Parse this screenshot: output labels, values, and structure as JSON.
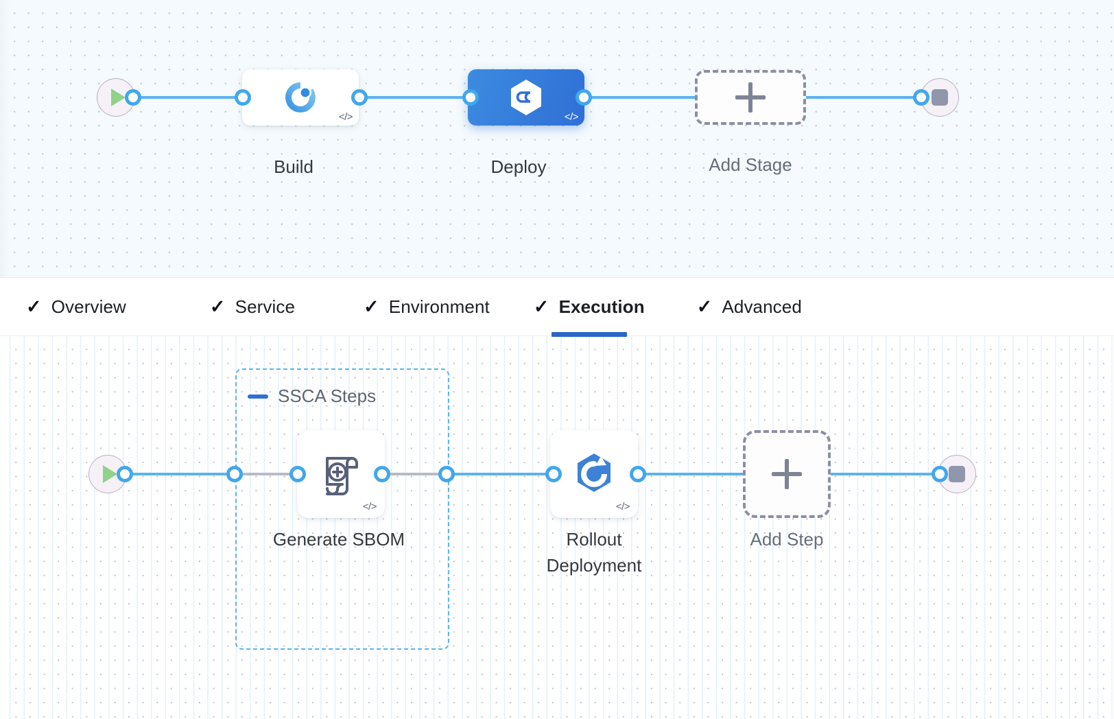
{
  "theme": {
    "accent_blue": "#40a7ef",
    "selected_stage_blue": "#2f6fd6",
    "group_dashed_blue": "#5bb4ef",
    "add_dashed_gray": "#8b8fa3",
    "start_green": "#8fd389",
    "stop_gray": "#9096ac",
    "stage_canvas_bg": "#f4fafd",
    "step_canvas_bg": "#ffffff"
  },
  "stage_pipeline": {
    "start_node": {
      "icon": "play-icon",
      "label": ""
    },
    "stages": [
      {
        "id": "build",
        "label": "Build",
        "icon": "build-pie-icon",
        "selected": false,
        "has_code_chip": true,
        "code_chip": "</>"
      },
      {
        "id": "deploy",
        "label": "Deploy",
        "icon": "harness-hex-icon",
        "selected": true,
        "has_code_chip": true,
        "code_chip": "</>"
      }
    ],
    "add_stage": {
      "label": "Add Stage",
      "icon": "plus-icon"
    },
    "end_node": {
      "icon": "stop-icon",
      "label": ""
    }
  },
  "tabs": {
    "items": [
      {
        "id": "overview",
        "label": "Overview",
        "check": "✓",
        "active": false
      },
      {
        "id": "service",
        "label": "Service",
        "check": "✓",
        "active": false
      },
      {
        "id": "environment",
        "label": "Environment",
        "check": "✓",
        "active": false
      },
      {
        "id": "execution",
        "label": "Execution",
        "check": "✓",
        "active": true
      },
      {
        "id": "advanced",
        "label": "Advanced",
        "check": "✓",
        "active": false
      }
    ]
  },
  "step_pipeline": {
    "start_node": {
      "icon": "play-icon",
      "label": ""
    },
    "group": {
      "label": "SSCA Steps",
      "collapse_icon": "minus-icon",
      "steps": [
        {
          "id": "generate-sbom",
          "label": "Generate SBOM",
          "icon": "sbom-scroll-icon",
          "code_chip": "</>"
        }
      ]
    },
    "steps": [
      {
        "id": "rollout-deployment",
        "label": "Rollout\nDeployment",
        "icon": "rollout-hex-icon",
        "code_chip": "</>"
      }
    ],
    "add_step": {
      "label": "Add Step",
      "icon": "plus-icon"
    },
    "end_node": {
      "icon": "stop-icon",
      "label": ""
    }
  }
}
